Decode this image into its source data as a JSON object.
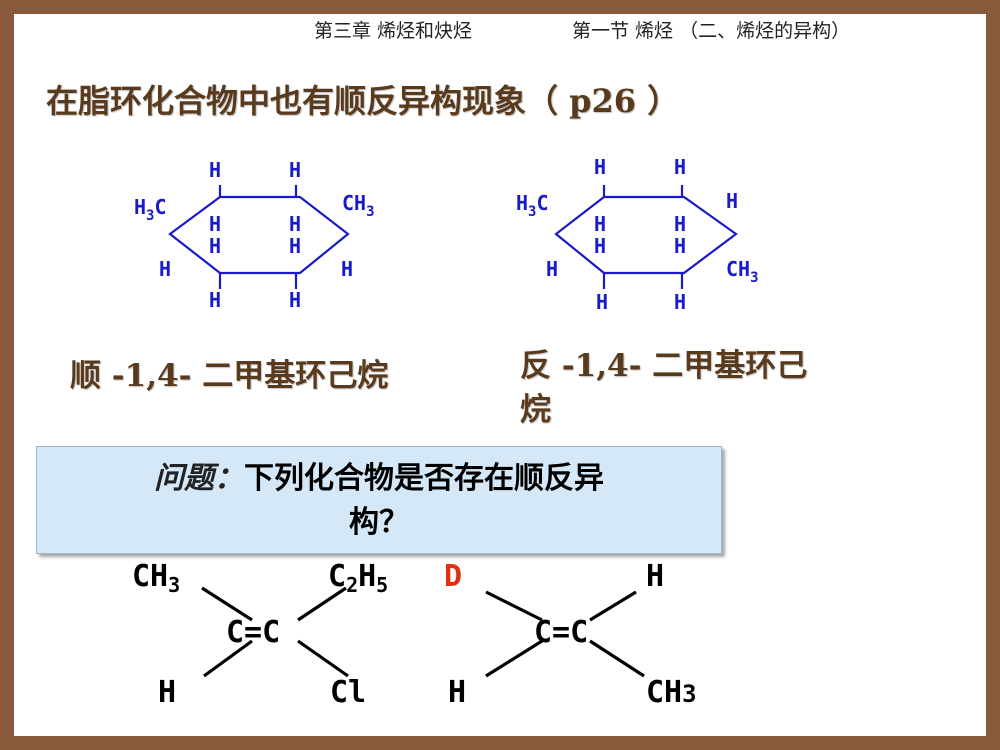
{
  "header": {
    "chapter": "第三章 烯烃和炔烃",
    "section": "第一节 烯烃 （二、烯烃的异构）"
  },
  "title": "在脂环化合物中也有顺反异构现象（ p26 ）",
  "captions": {
    "cis": "顺 -1,4- 二甲基环己烷",
    "trans_line1": "反 -1,4- 二甲基环己",
    "trans_line2": "烷"
  },
  "question": {
    "label": "问题：",
    "text_line1": "下列化合物是否存在顺反异",
    "text_line2": "构？"
  },
  "colors": {
    "frame": "#8a5a3c",
    "title": "#5a3a1c",
    "molecule_blue": "#1a1acc",
    "question_bg": "#d4e8f8",
    "highlight_red": "#e03010"
  },
  "ring_labels": {
    "cis": {
      "h3c": "H",
      "h3c_sub": "3",
      "h3c_c": "C",
      "ch3": "CH",
      "ch3_sub": "3",
      "h_top1": "H",
      "h_top2": "H",
      "h_in1": "H",
      "h_in2": "H",
      "h_in3": "H",
      "h_in4": "H",
      "h_left": "H",
      "h_right": "H",
      "h_bot1": "H",
      "h_bot2": "H"
    },
    "trans": {
      "h3c": "H",
      "h3c_sub": "3",
      "h3c_c": "C",
      "ch3": "CH",
      "ch3_sub": "3",
      "h_top1": "H",
      "h_top2": "H",
      "h_in1": "H",
      "h_in2": "H",
      "h_in3": "H",
      "h_in4": "H",
      "h_left": "H",
      "h_right": "H",
      "h_bot1": "H",
      "h_bot2": "H"
    }
  },
  "alkenes": {
    "first": {
      "top_left": "CH",
      "top_left_sub": "3",
      "top_right": "C",
      "top_right_sub1": "2",
      "top_right_h": "H",
      "top_right_sub2": "5",
      "center": "C=C",
      "bottom_left": "H",
      "bottom_right": "Cl"
    },
    "second": {
      "top_left": "D",
      "top_right": "H",
      "center": "C=C",
      "bottom_left": "H",
      "bottom_right": "CH",
      "bottom_right_sub": "3"
    }
  }
}
